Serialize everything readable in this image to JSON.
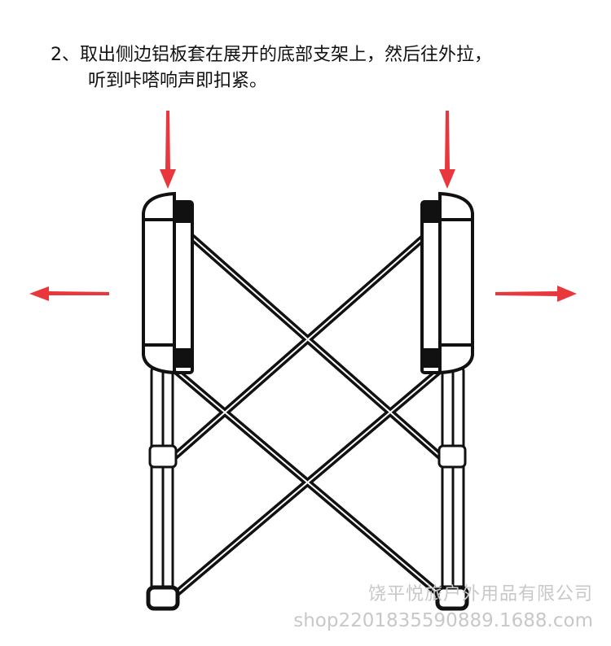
{
  "instruction": {
    "line1": "2、取出侧边铝板套在展开的底部支架上，然后往外拉，",
    "line2": "听到咔嗒响声即扣紧。"
  },
  "watermark": {
    "company": "饶平悦旅户外用品有限公司",
    "shop": "shop2201835590889.1688.com"
  },
  "colors": {
    "arrow": "#e8383d",
    "line": "#111111"
  },
  "icons": [
    "arrow-down-icon",
    "arrow-left-icon",
    "arrow-right-icon"
  ]
}
